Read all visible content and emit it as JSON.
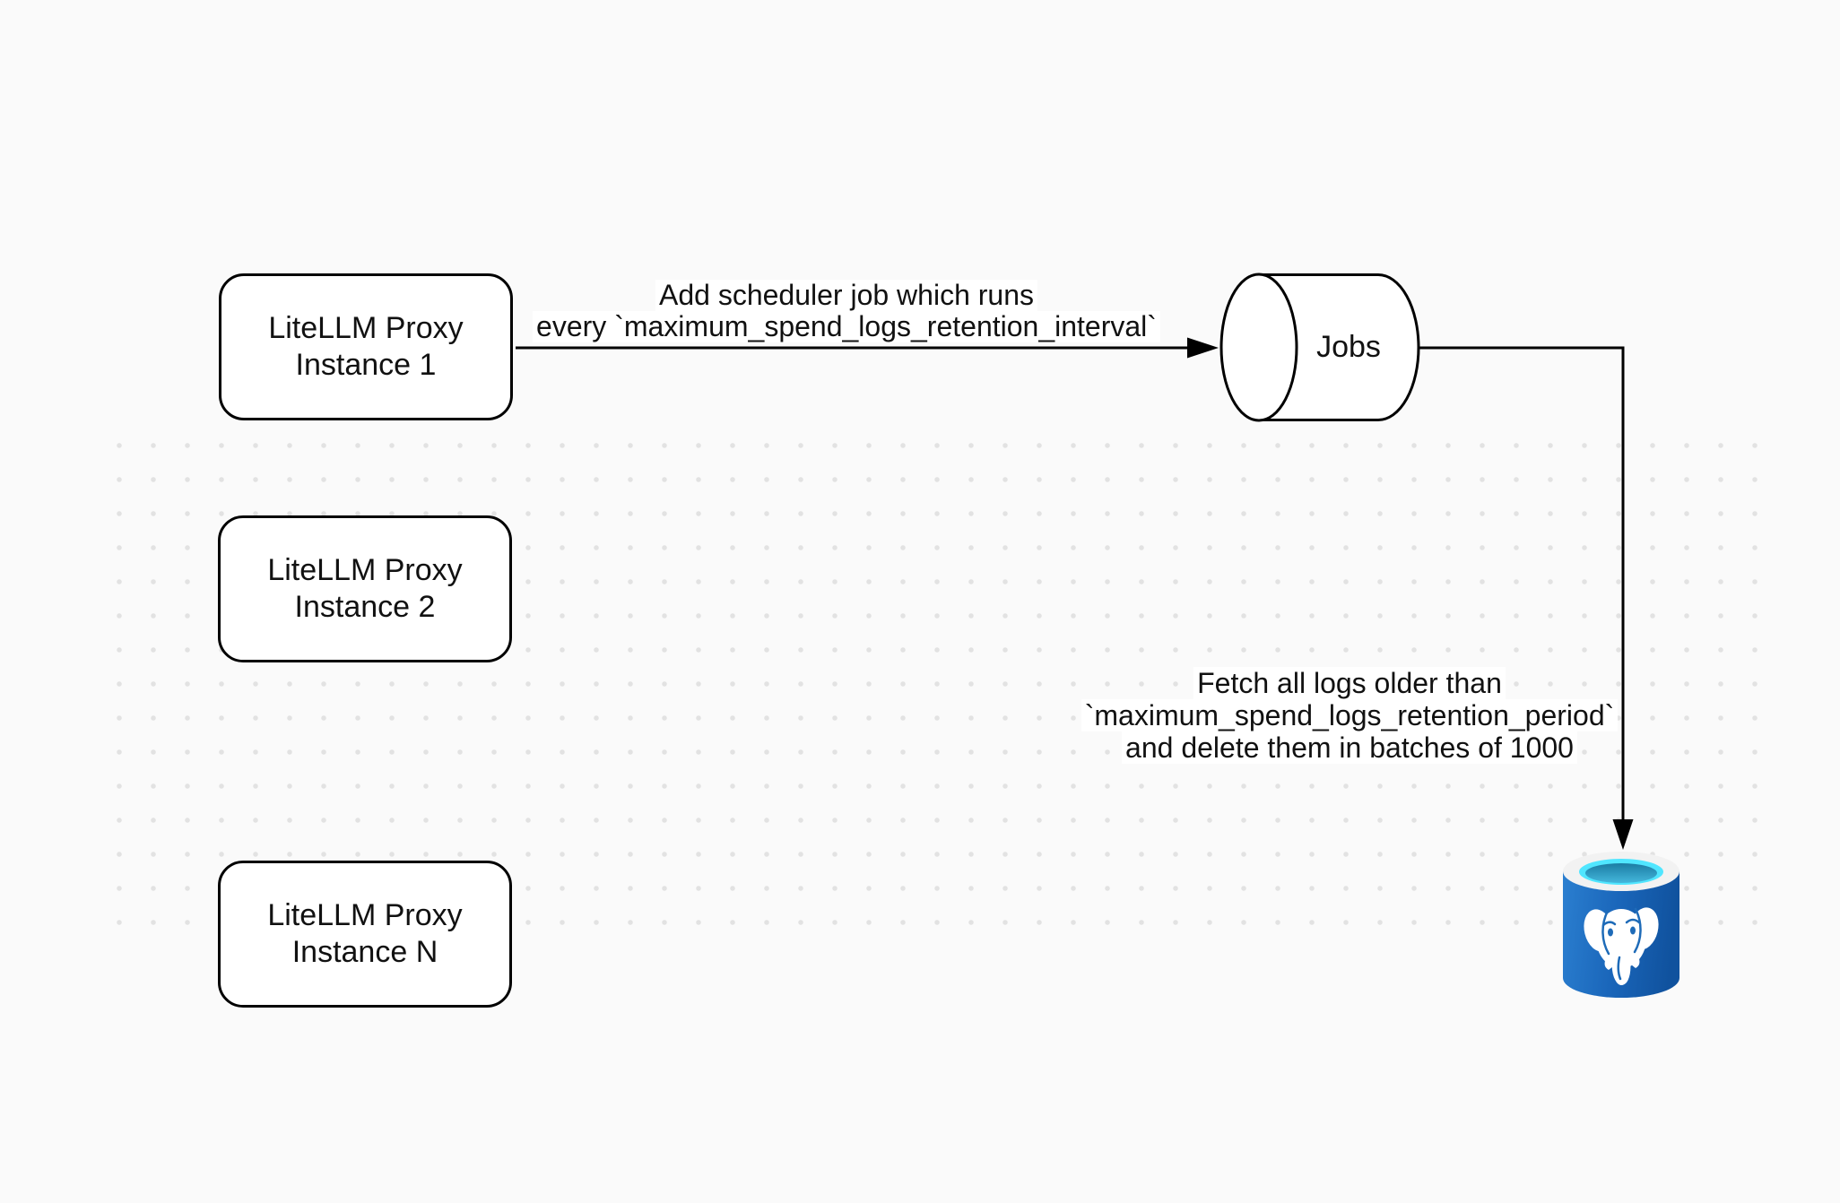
{
  "diagram": {
    "nodes": {
      "proxy_instances": [
        {
          "id": "litellm-proxy-instance-1",
          "lines": [
            "LiteLLM Proxy",
            "Instance 1"
          ]
        },
        {
          "id": "litellm-proxy-instance-2",
          "lines": [
            "LiteLLM Proxy",
            "Instance 2"
          ]
        },
        {
          "id": "litellm-proxy-instance-n",
          "lines": [
            "LiteLLM Proxy",
            "Instance N"
          ]
        }
      ],
      "jobs_queue": {
        "label": "Jobs",
        "shape": "horizontal-cylinder"
      },
      "database": {
        "icon": "postgresql-database-icon"
      }
    },
    "edges": [
      {
        "from": "litellm-proxy-instance-1",
        "to": "jobs_queue",
        "label_lines": [
          "Add scheduler job which runs",
          "every `maximum_spend_logs_retention_interval`"
        ]
      },
      {
        "from": "jobs_queue",
        "to": "database",
        "label_lines": [
          "Fetch all logs older than",
          "`maximum_spend_logs_retention_period`",
          "and delete them in batches of 1000"
        ]
      }
    ],
    "colors": {
      "background": "#fafafa",
      "stroke": "#000000",
      "grid_dot": "#e2e2e2",
      "node_fill": "#ffffff",
      "postgres_blue": "#1b6fc4",
      "postgres_blue_dark": "#10529e",
      "postgres_cyan": "#50e6ff",
      "postgres_teal": "#2187ae",
      "postgres_rim_gray": "#f2f2f2"
    }
  }
}
